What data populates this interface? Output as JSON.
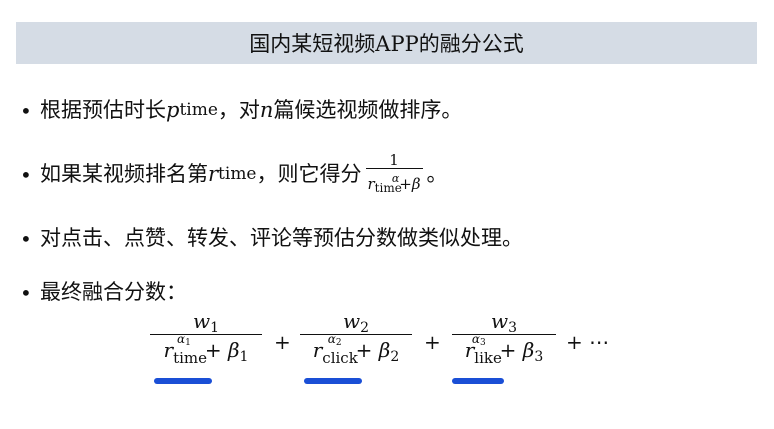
{
  "title": "国内某短视频APP的融分公式",
  "bullets": [
    {
      "pre": "根据预估时长 ",
      "var": "p",
      "sub": "time",
      "post": "，对 ",
      "var2": "n",
      "post2": " 篇候选视频做排序。"
    },
    {
      "pre": "如果某视频排名第 ",
      "var": "r",
      "sub": "time",
      "post": "，则它得分 ",
      "frac_num": "1",
      "frac_den_var": "r",
      "frac_den_sup": "α",
      "frac_den_sub": "time",
      "frac_den_rest": "+β",
      "post2": "。"
    },
    {
      "text": "对点击、点赞、转发、评论等预估分数做类似处理。"
    },
    {
      "text": "最终融合分数："
    }
  ],
  "bullet_symbol": "•",
  "formula": {
    "terms": [
      {
        "num_var": "w",
        "num_sub": "1",
        "den_var": "r",
        "den_sup": "α",
        "den_sup_sub": "1",
        "den_sub": "time",
        "den_plus": "+ ",
        "den_beta": "β",
        "den_beta_sub": "1"
      },
      {
        "num_var": "w",
        "num_sub": "2",
        "den_var": "r",
        "den_sup": "α",
        "den_sup_sub": "2",
        "den_sub": "click",
        "den_plus": "+ ",
        "den_beta": "β",
        "den_beta_sub": "2"
      },
      {
        "num_var": "w",
        "num_sub": "3",
        "den_var": "r",
        "den_sup": "α",
        "den_sup_sub": "3",
        "den_sub": "like",
        "den_plus": "+ ",
        "den_beta": "β",
        "den_beta_sub": "3"
      }
    ],
    "plus": "+",
    "ellipsis": "+ ⋯"
  },
  "colors": {
    "title_bg": "#d5dce5",
    "underline": "#1a4fd6"
  }
}
